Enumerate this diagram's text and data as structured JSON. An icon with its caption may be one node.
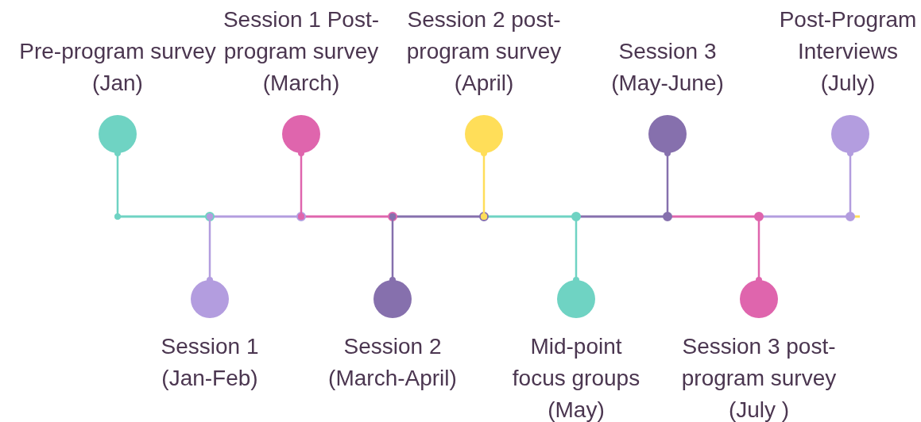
{
  "diagram": {
    "nodes": [
      {
        "text": [
          "Pre-program survey (Jan)"
        ]
      },
      {
        "text": [
          "Session 1 (Jan-Feb)"
        ]
      },
      {
        "text": [
          "Session 1 Post-program survey (March)"
        ]
      },
      {
        "text": [
          "Session 2 (March-April)"
        ]
      },
      {
        "text": [
          "Session 2 post-program survey (April)"
        ]
      },
      {
        "text": [
          "Mid-point focus groups (May)"
        ]
      },
      {
        "text": [
          "Session 3 (May-June)"
        ]
      },
      {
        "text": [
          "Session 3 post-program survey (July )"
        ]
      },
      {
        "text": [
          "Post-Program Interviews (July)"
        ]
      }
    ],
    "edges": [
      {
        "from": 0,
        "to": null,
        "arrow": "other",
        "color": "#6fd3c3"
      },
      {
        "from": 1,
        "to": null,
        "arrow": "other",
        "color": "#b39ddf"
      },
      {
        "from": 2,
        "to": null,
        "arrow": "other",
        "color": "#df65ad"
      },
      {
        "from": 3,
        "to": null,
        "arrow": "other",
        "color": "#8670ad"
      },
      {
        "from": 4,
        "to": null,
        "arrow": "other",
        "color": "#ffde59"
      },
      {
        "from": 5,
        "to": null,
        "arrow": "other",
        "color": "#6fd3c3"
      },
      {
        "from": 6,
        "to": null,
        "arrow": "other",
        "color": "#8670ad"
      },
      {
        "from": 7,
        "to": null,
        "arrow": "other",
        "color": "#df65ad"
      },
      {
        "from": 8,
        "to": null,
        "arrow": "other",
        "color": "#b39ddf"
      }
    ]
  }
}
